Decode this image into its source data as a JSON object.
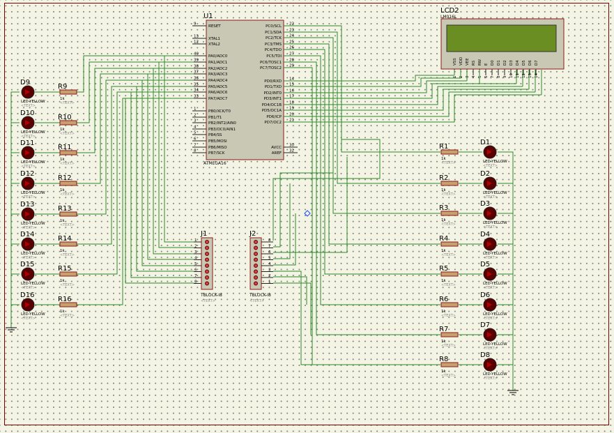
{
  "u1": {
    "ref": "U1",
    "part": "ATMEGA16",
    "left_pins": [
      {
        "num": "9",
        "name": "RESET"
      },
      {
        "num": "13",
        "name": "XTAL1"
      },
      {
        "num": "12",
        "name": "XTAL2"
      },
      {
        "num": "40",
        "name": "PA0/ADC0"
      },
      {
        "num": "39",
        "name": "PA1/ADC1"
      },
      {
        "num": "38",
        "name": "PA2/ADC2"
      },
      {
        "num": "37",
        "name": "PA3/ADC3"
      },
      {
        "num": "36",
        "name": "PA4/ADC4"
      },
      {
        "num": "35",
        "name": "PA5/ADC5"
      },
      {
        "num": "34",
        "name": "PA6/ADC6"
      },
      {
        "num": "33",
        "name": "PA7/ADC7"
      },
      {
        "num": "1",
        "name": "PB0/XCK/T0"
      },
      {
        "num": "2",
        "name": "PB1/T1"
      },
      {
        "num": "3",
        "name": "PB2/INT2/AIN0"
      },
      {
        "num": "4",
        "name": "PB3/OC0/AIN1"
      },
      {
        "num": "5",
        "name": "PB4/SS"
      },
      {
        "num": "6",
        "name": "PB5/MOSI"
      },
      {
        "num": "7",
        "name": "PB6/MISO"
      },
      {
        "num": "8",
        "name": "PB7/SCK"
      }
    ],
    "right_pins": [
      {
        "num": "22",
        "name": "PC0/SCL"
      },
      {
        "num": "23",
        "name": "PC1/SDA"
      },
      {
        "num": "24",
        "name": "PC2/TCK"
      },
      {
        "num": "25",
        "name": "PC3/TMS"
      },
      {
        "num": "26",
        "name": "PC4/TDO"
      },
      {
        "num": "27",
        "name": "PC5/TDI"
      },
      {
        "num": "28",
        "name": "PC6/TOSC1"
      },
      {
        "num": "29",
        "name": "PC7/TOSC2"
      },
      {
        "num": "14",
        "name": "PD0/RXD"
      },
      {
        "num": "15",
        "name": "PD1/TXD"
      },
      {
        "num": "16",
        "name": "PD2/INT0"
      },
      {
        "num": "17",
        "name": "PD3/INT1"
      },
      {
        "num": "18",
        "name": "PD4/OC1B"
      },
      {
        "num": "19",
        "name": "PD5/OC1A"
      },
      {
        "num": "20",
        "name": "PD6/ICP"
      },
      {
        "num": "21",
        "name": "PD7/OC2"
      },
      {
        "num": "30",
        "name": "AVCC"
      },
      {
        "num": "32",
        "name": "AREF"
      }
    ]
  },
  "lcd": {
    "ref": "LCD2",
    "part": "LM016L",
    "pins": [
      {
        "name": "VSS",
        "num": "1"
      },
      {
        "name": "VDD",
        "num": "2"
      },
      {
        "name": "VEE",
        "num": "3"
      },
      {
        "name": "RS",
        "num": "4"
      },
      {
        "name": "RW",
        "num": "5"
      },
      {
        "name": "E",
        "num": "6"
      },
      {
        "name": "D0",
        "num": "7"
      },
      {
        "name": "D1",
        "num": "8"
      },
      {
        "name": "D2",
        "num": "9"
      },
      {
        "name": "D3",
        "num": "10"
      },
      {
        "name": "D4",
        "num": "11"
      },
      {
        "name": "D5",
        "num": "12"
      },
      {
        "name": "D6",
        "num": "13"
      },
      {
        "name": "D7",
        "num": "14"
      }
    ]
  },
  "left_leds": [
    {
      "led": "D9",
      "res": "R9"
    },
    {
      "led": "D10",
      "res": "R10"
    },
    {
      "led": "D11",
      "res": "R11"
    },
    {
      "led": "D12",
      "res": "R12"
    },
    {
      "led": "D13",
      "res": "R13"
    },
    {
      "led": "D14",
      "res": "R14"
    },
    {
      "led": "D15",
      "res": "R15"
    },
    {
      "led": "D16",
      "res": "R16"
    }
  ],
  "right_leds": [
    {
      "led": "D1",
      "res": "R1"
    },
    {
      "led": "D2",
      "res": "R2"
    },
    {
      "led": "D3",
      "res": "R3"
    },
    {
      "led": "D4",
      "res": "R4"
    },
    {
      "led": "D5",
      "res": "R5"
    },
    {
      "led": "D6",
      "res": "R6"
    },
    {
      "led": "D7",
      "res": "R7"
    },
    {
      "led": "D8",
      "res": "R8"
    }
  ],
  "led_part": "LED-YELLOW",
  "res_value": "1k",
  "text_placeholder": "<TEXT>",
  "j1": {
    "ref": "J1",
    "part": "TBLOCK-I8",
    "pins": [
      "1",
      "2",
      "3",
      "4",
      "5",
      "6",
      "7",
      "8"
    ]
  },
  "j2": {
    "ref": "J2",
    "part": "TBLOCK-I8",
    "pins": [
      "8",
      "7",
      "6",
      "5",
      "4",
      "3",
      "2",
      "1"
    ]
  },
  "colors": {
    "wire": "#2a8a2a",
    "body": "#c8c8b4",
    "outline": "#8b1a1a",
    "led": "#5a0000",
    "lcd_screen": "#6b8e23"
  }
}
